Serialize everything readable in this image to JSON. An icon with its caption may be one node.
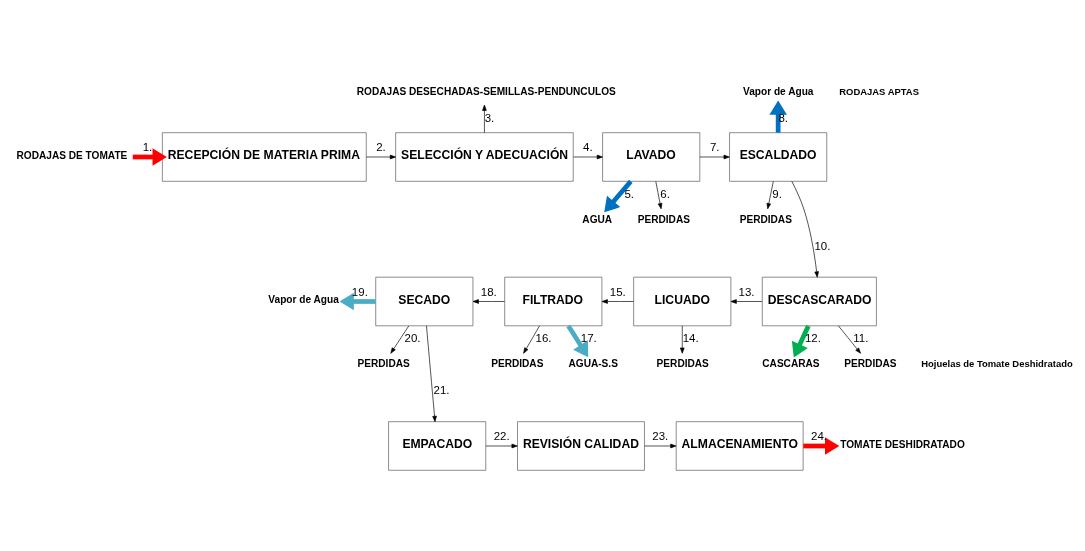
{
  "diagram": {
    "nodes": [
      {
        "text": [
          "RODAJAS DE TOMATE"
        ]
      },
      {
        "text": [
          "RECEPCIÓN DE MATERIA PRIMA"
        ]
      },
      {
        "text": [
          "SELECCIÓN Y ADECUACIÓN"
        ]
      },
      {
        "text": [
          "RODAJAS DESECHADAS-SEMILLAS-PENDUNCULOS"
        ]
      },
      {
        "text": [
          "LAVADO"
        ]
      },
      {
        "text": [
          "AGUA"
        ]
      },
      {
        "text": [
          "PERDIDAS"
        ]
      },
      {
        "text": [
          "ESCALDADO"
        ]
      },
      {
        "text": [
          "Vapor de Agua"
        ]
      },
      {
        "text": [
          "PERDIDAS"
        ]
      },
      {
        "text": [
          "DESCASCARADO"
        ]
      },
      {
        "text": [
          "PERDIDAS"
        ]
      },
      {
        "text": [
          "CASCARAS"
        ]
      },
      {
        "text": [
          "LICUADO"
        ]
      },
      {
        "text": [
          "PERDIDAS"
        ]
      },
      {
        "text": [
          "FILTRADO"
        ]
      },
      {
        "text": [
          "PERDIDAS"
        ]
      },
      {
        "text": [
          "AGUA-S.S"
        ]
      },
      {
        "text": [
          "SECADO"
        ]
      },
      {
        "text": [
          "Vapor de Agua"
        ]
      },
      {
        "text": [
          "PERDIDAS"
        ]
      },
      {
        "text": [
          "EMPACADO"
        ]
      },
      {
        "text": [
          "REVISIÓN CALIDAD"
        ]
      },
      {
        "text": [
          "ALMACENAMIENTO"
        ]
      },
      {
        "text": [
          "TOMATE DESHIDRATADO"
        ]
      }
    ],
    "edges": [
      {
        "from": 0,
        "to": 1,
        "arrow": "to",
        "label": "1.",
        "style": "thick",
        "color": "#ff0000"
      },
      {
        "from": 1,
        "to": 2,
        "arrow": "to",
        "label": "2."
      },
      {
        "from": 2,
        "to": 3,
        "arrow": "to",
        "label": "3."
      },
      {
        "from": 2,
        "to": 4,
        "arrow": "to",
        "label": "4."
      },
      {
        "from": 4,
        "to": 5,
        "arrow": "to",
        "label": "5.",
        "style": "thick",
        "color": "#0070c0"
      },
      {
        "from": 4,
        "to": 6,
        "arrow": "to",
        "label": "6."
      },
      {
        "from": 4,
        "to": 7,
        "arrow": "to",
        "label": "7."
      },
      {
        "from": 7,
        "to": 8,
        "arrow": "to",
        "label": "8.",
        "style": "thick",
        "color": "#0070c0"
      },
      {
        "from": 7,
        "to": 9,
        "arrow": "to",
        "label": "9."
      },
      {
        "from": 7,
        "to": 10,
        "arrow": "to",
        "label": "10."
      },
      {
        "from": 10,
        "to": 11,
        "arrow": "to",
        "label": "11."
      },
      {
        "from": 10,
        "to": 12,
        "arrow": "to",
        "label": "12.",
        "style": "thick",
        "color": "#00b050"
      },
      {
        "from": 10,
        "to": 13,
        "arrow": "to",
        "label": "13."
      },
      {
        "from": 13,
        "to": 14,
        "arrow": "to",
        "label": "14."
      },
      {
        "from": 13,
        "to": 15,
        "arrow": "to",
        "label": "15."
      },
      {
        "from": 15,
        "to": 16,
        "arrow": "to",
        "label": "16."
      },
      {
        "from": 15,
        "to": 17,
        "arrow": "to",
        "label": "17.",
        "style": "thick",
        "color": "#4bacc6"
      },
      {
        "from": 15,
        "to": 18,
        "arrow": "to",
        "label": "18."
      },
      {
        "from": 18,
        "to": 19,
        "arrow": "to",
        "label": "19.",
        "style": "thick",
        "color": "#4bacc6"
      },
      {
        "from": 18,
        "to": 20,
        "arrow": "to",
        "label": "20."
      },
      {
        "from": 18,
        "to": 21,
        "arrow": "to",
        "label": "21."
      },
      {
        "from": 21,
        "to": 22,
        "arrow": "to",
        "label": "22."
      },
      {
        "from": 22,
        "to": 23,
        "arrow": "to",
        "label": "23."
      },
      {
        "from": 23,
        "to": 24,
        "arrow": "to",
        "label": "24.",
        "style": "thick",
        "color": "#ff0000"
      }
    ],
    "labels": [
      "RODAJAS APTAS",
      "Hojuelas de Tomate Deshidratado"
    ]
  }
}
